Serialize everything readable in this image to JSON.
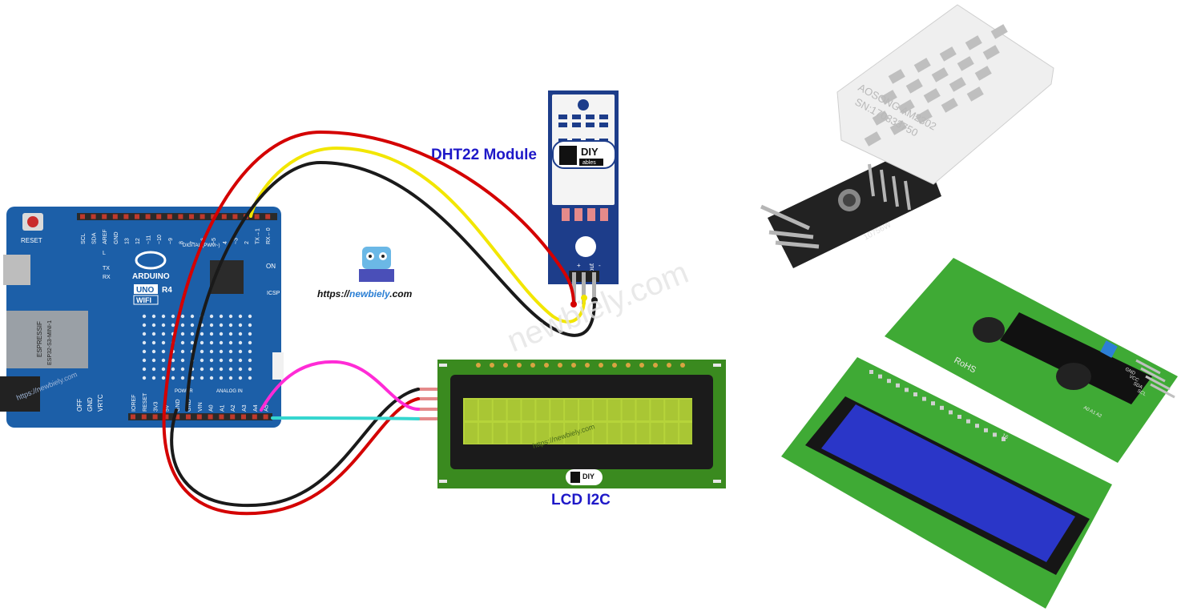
{
  "labels": {
    "dht_module": "DHT22 Module",
    "lcd": "LCD I2C",
    "watermark_url_prefix": "https://",
    "watermark_url_name": "newbiely",
    "watermark_url_suffix": ".com",
    "watermark_diag": "https://newbiely.com",
    "watermark_big": "newbiely.com"
  },
  "arduino": {
    "brand": "ARDUINO",
    "model_a": "UNO",
    "model_b": "R4",
    "model_c": "WIFI",
    "reset": "RESET",
    "module_line1": "ESPRESSIF",
    "module_line2": "ESP32-S3-MINI-1",
    "on_label": "ON",
    "icsp": "ICSP",
    "digital_label": "DIGITAL (PWM~)",
    "power_label": "POWER",
    "analog_label": "ANALOG IN",
    "top_pins": [
      "SCL",
      "SDA",
      "AREF",
      "GND",
      "13",
      "12",
      "~11",
      "~10",
      "~9",
      "8",
      "7",
      "~6",
      "~5",
      "4",
      "~3",
      "2",
      "TX→1",
      "RX←0"
    ],
    "bottom_pins": [
      "IOREF",
      "RESET",
      "3V3",
      "5V",
      "GND",
      "GND",
      "VIN",
      "A0",
      "A1",
      "A2",
      "A3",
      "A4",
      "A5"
    ],
    "side_labels": [
      "OFF",
      "GND",
      "VRTC"
    ],
    "led_labels": [
      "L",
      "TX",
      "RX"
    ]
  },
  "dht_pins": [
    "+",
    "out",
    "-"
  ],
  "dht_logo": "DIY",
  "dht_logo_sub": "ables",
  "lcd_logo": "DIY",
  "photo_sensor": {
    "line1": "AOSONG AM2302",
    "line2": "SN:170333750",
    "board_text": "10756W"
  },
  "photo_lcd": {
    "rohs": "RoHS",
    "pins": [
      "GND",
      "VCC",
      "SDA",
      "SCL"
    ],
    "addr": "A0 A1 A2",
    "pin16": "16"
  },
  "colors": {
    "wire_red": "#d40000",
    "wire_yellow": "#f2e600",
    "wire_black": "#1a1a1a",
    "wire_magenta": "#ff2bd6",
    "wire_cyan": "#35d6cf",
    "label_blue": "#1e18c8",
    "arduino_blue": "#1c5fa8",
    "dht_blue": "#1d3d8a",
    "lcd_green": "#3a8a1f",
    "lcd_screen": "#b6d43a"
  }
}
